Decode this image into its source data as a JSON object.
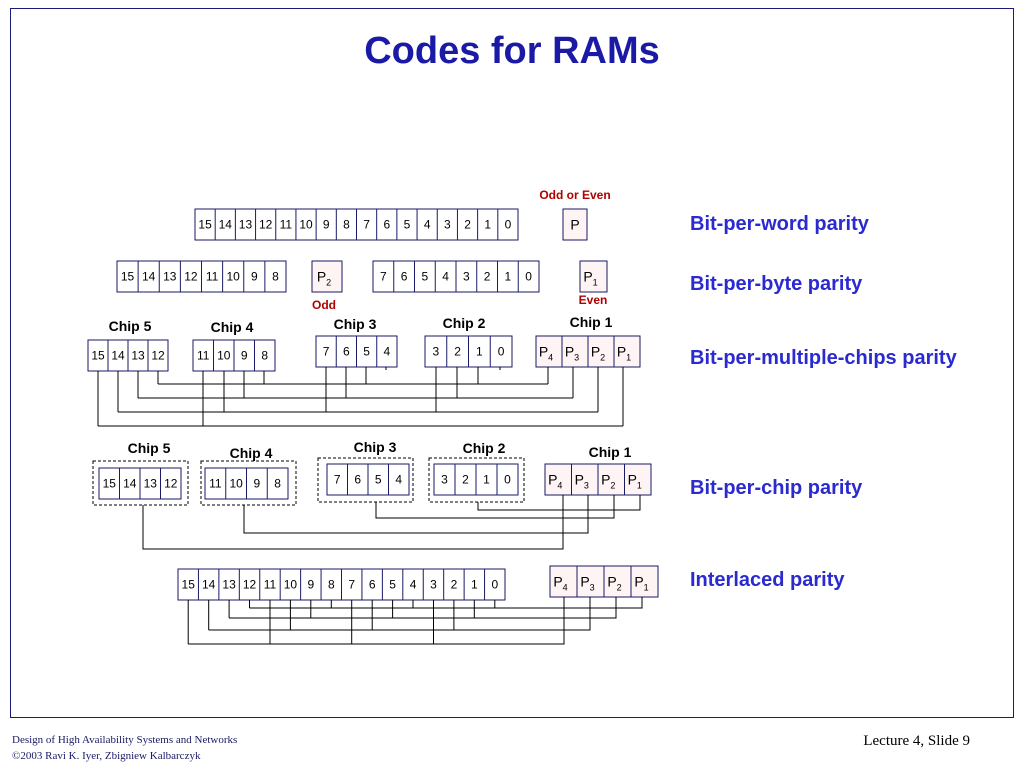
{
  "slide": {
    "title": "Codes for RAMs",
    "footer_course": "Design of High Availability Systems and Networks",
    "footer_copyright": "©2003 Ravi K. Iyer, Zbigniew Kalbarczyk",
    "footer_slide": "Lecture 4, Slide 9"
  },
  "schemes": {
    "word": "Bit-per-word parity",
    "byte": "Bit-per-byte parity",
    "chips": "Bit-per-multiple-chips parity",
    "chip": "Bit-per-chip parity",
    "interlaced": "Interlaced parity"
  },
  "annotations": {
    "odd_or_even": "Odd or Even",
    "odd": "Odd",
    "even": "Even"
  },
  "bits": {
    "word": [
      "15",
      "14",
      "13",
      "12",
      "11",
      "10",
      "9",
      "8",
      "7",
      "6",
      "5",
      "4",
      "3",
      "2",
      "1",
      "0"
    ],
    "high_byte": [
      "15",
      "14",
      "13",
      "12",
      "11",
      "10",
      "9",
      "8"
    ],
    "low_byte": [
      "7",
      "6",
      "5",
      "4",
      "3",
      "2",
      "1",
      "0"
    ],
    "chip5": [
      "15",
      "14",
      "13",
      "12"
    ],
    "chip4": [
      "11",
      "10",
      "9",
      "8"
    ],
    "chip3": [
      "7",
      "6",
      "5",
      "4"
    ],
    "chip2": [
      "3",
      "2",
      "1",
      "0"
    ]
  },
  "parity": {
    "p": "P",
    "p1": "P",
    "p1_sub": "1",
    "p2": "P",
    "p2_sub": "2",
    "set": [
      {
        "base": "P",
        "sub": "4"
      },
      {
        "base": "P",
        "sub": "3"
      },
      {
        "base": "P",
        "sub": "2"
      },
      {
        "base": "P",
        "sub": "1"
      }
    ]
  },
  "chips": {
    "chip5": "Chip 5",
    "chip4": "Chip 4",
    "chip3": "Chip 3",
    "chip2": "Chip 2",
    "chip1": "Chip 1"
  },
  "colors": {
    "title": "#1a1aa6",
    "label": "#2a2ad0",
    "cell_fill": "#ffffff",
    "parity_fill": "#fff4f4",
    "border": "#1a1a66",
    "annotation": "#b00000"
  }
}
